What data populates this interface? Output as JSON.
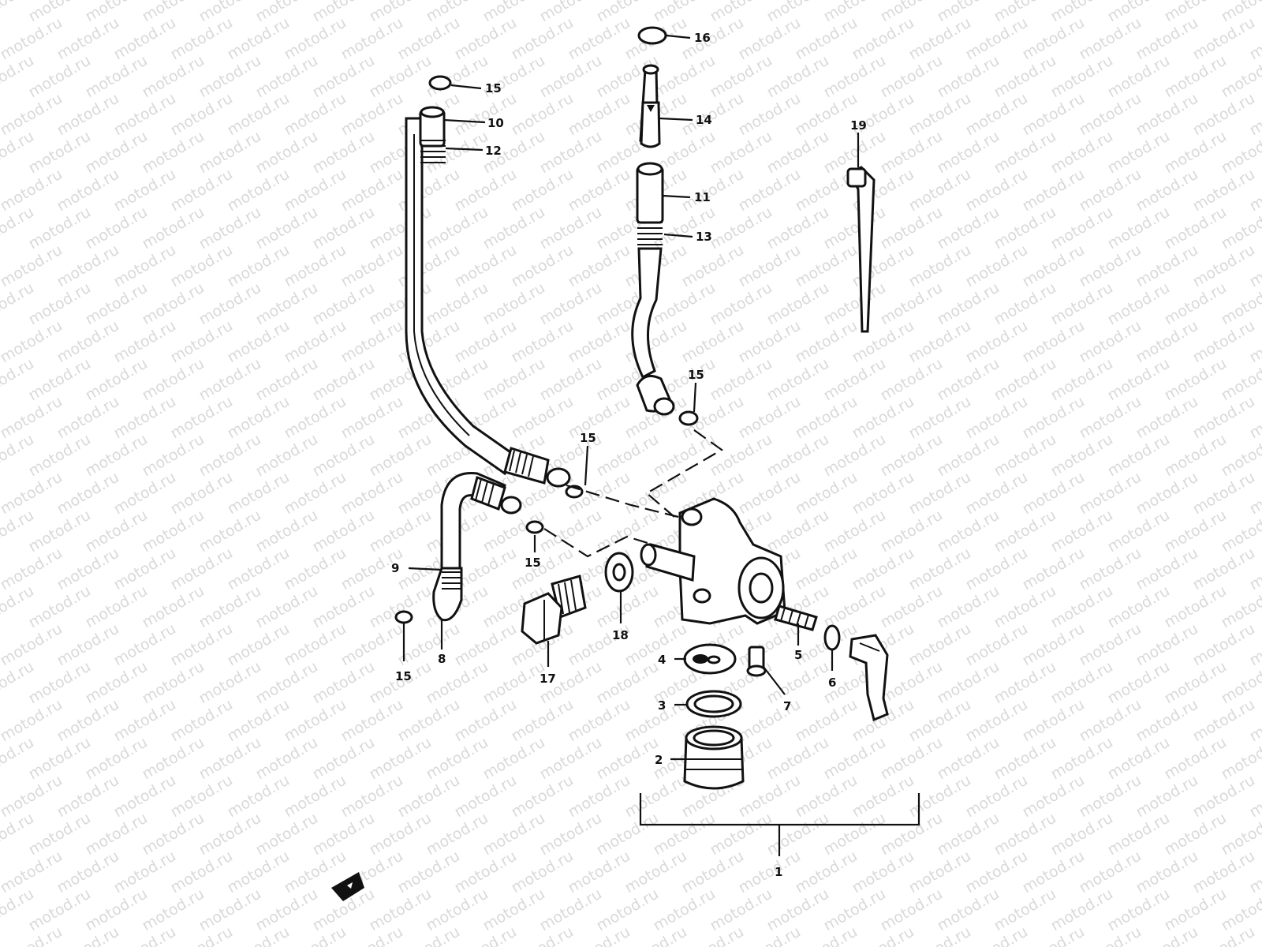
{
  "watermark": {
    "text": "motod.ru"
  },
  "callouts": {
    "c1": "1",
    "c2": "2",
    "c3": "3",
    "c4": "4",
    "c5": "5",
    "c6": "6",
    "c7": "7",
    "c8": "8",
    "c9": "9",
    "c10": "10",
    "c11": "11",
    "c12": "12",
    "c13": "13",
    "c14": "14",
    "c15a": "15",
    "c15b": "15",
    "c15c": "15",
    "c15d": "15",
    "c15e": "15",
    "c16": "16",
    "c17": "17",
    "c18": "18",
    "c19": "19"
  },
  "colors": {
    "ink": "#111111",
    "background": "#ffffff",
    "watermark": "#d9d9d9"
  }
}
